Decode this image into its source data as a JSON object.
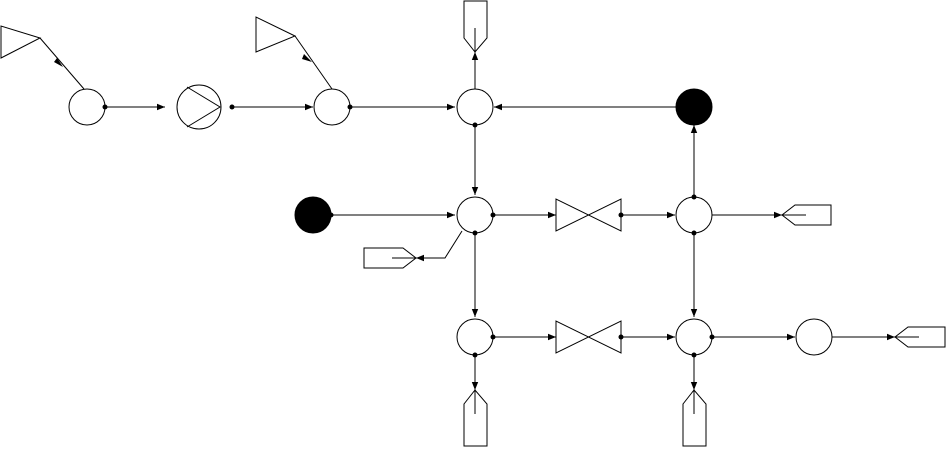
{
  "diagram": {
    "type": "process-flow",
    "colors": {
      "line": "#000000",
      "node_fill": "#ffffff",
      "terminal_fill": "#000000",
      "background": "#ffffff"
    },
    "legend": [
      {
        "symbol": "triangle-icon",
        "meaning": "feed"
      },
      {
        "symbol": "circle-icon",
        "meaning": "junction"
      },
      {
        "symbol": "pump-icon",
        "meaning": "pump"
      },
      {
        "symbol": "valve-icon",
        "meaning": "valve"
      },
      {
        "symbol": "filled-circle-icon",
        "meaning": "terminal"
      },
      {
        "symbol": "tag-icon",
        "meaning": "outlet"
      }
    ],
    "labels": []
  }
}
